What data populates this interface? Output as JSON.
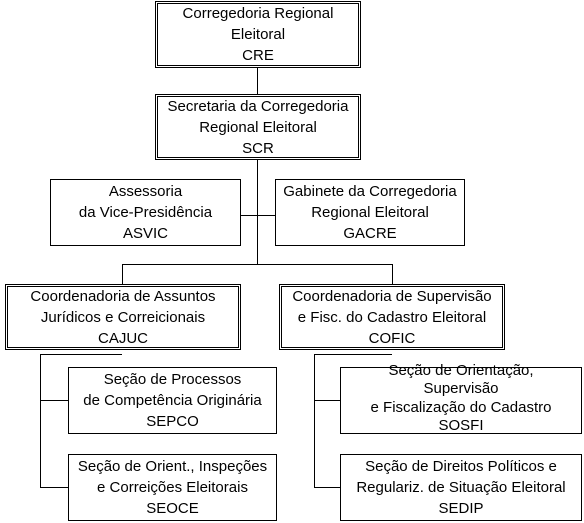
{
  "org_chart": {
    "cre": {
      "lines": [
        "Corregedoria Regional",
        "Eleitoral",
        "CRE"
      ]
    },
    "scr": {
      "lines": [
        "Secretaria da Corregedoria",
        "Regional Eleitoral",
        "SCR"
      ]
    },
    "asvic": {
      "lines": [
        "Assessoria",
        "da Vice-Presidência",
        "ASVIC"
      ]
    },
    "gacre": {
      "lines": [
        "Gabinete da Corregedoria",
        "Regional Eleitoral",
        "GACRE"
      ]
    },
    "cajuc": {
      "lines": [
        "Coordenadoria de Assuntos",
        "Jurídicos e Correicionais",
        "CAJUC"
      ]
    },
    "cofic": {
      "lines": [
        "Coordenadoria de Supervisão",
        "e Fisc. do Cadastro Eleitoral",
        "COFIC"
      ]
    },
    "sepco": {
      "lines": [
        "Seção de Processos",
        "de Competência Originária",
        "SEPCO"
      ]
    },
    "seoce": {
      "lines": [
        "Seção de Orient., Inspeções",
        "e Correições Eleitorais",
        "SEOCE"
      ]
    },
    "sosfi": {
      "lines": [
        "Seção de Orientação,",
        "Supervisão",
        "e Fiscalização do Cadastro",
        "SOSFI"
      ]
    },
    "sedip": {
      "lines": [
        "Seção de Direitos Políticos e",
        "Regulariz. de Situação Eleitoral",
        "SEDIP"
      ]
    }
  }
}
